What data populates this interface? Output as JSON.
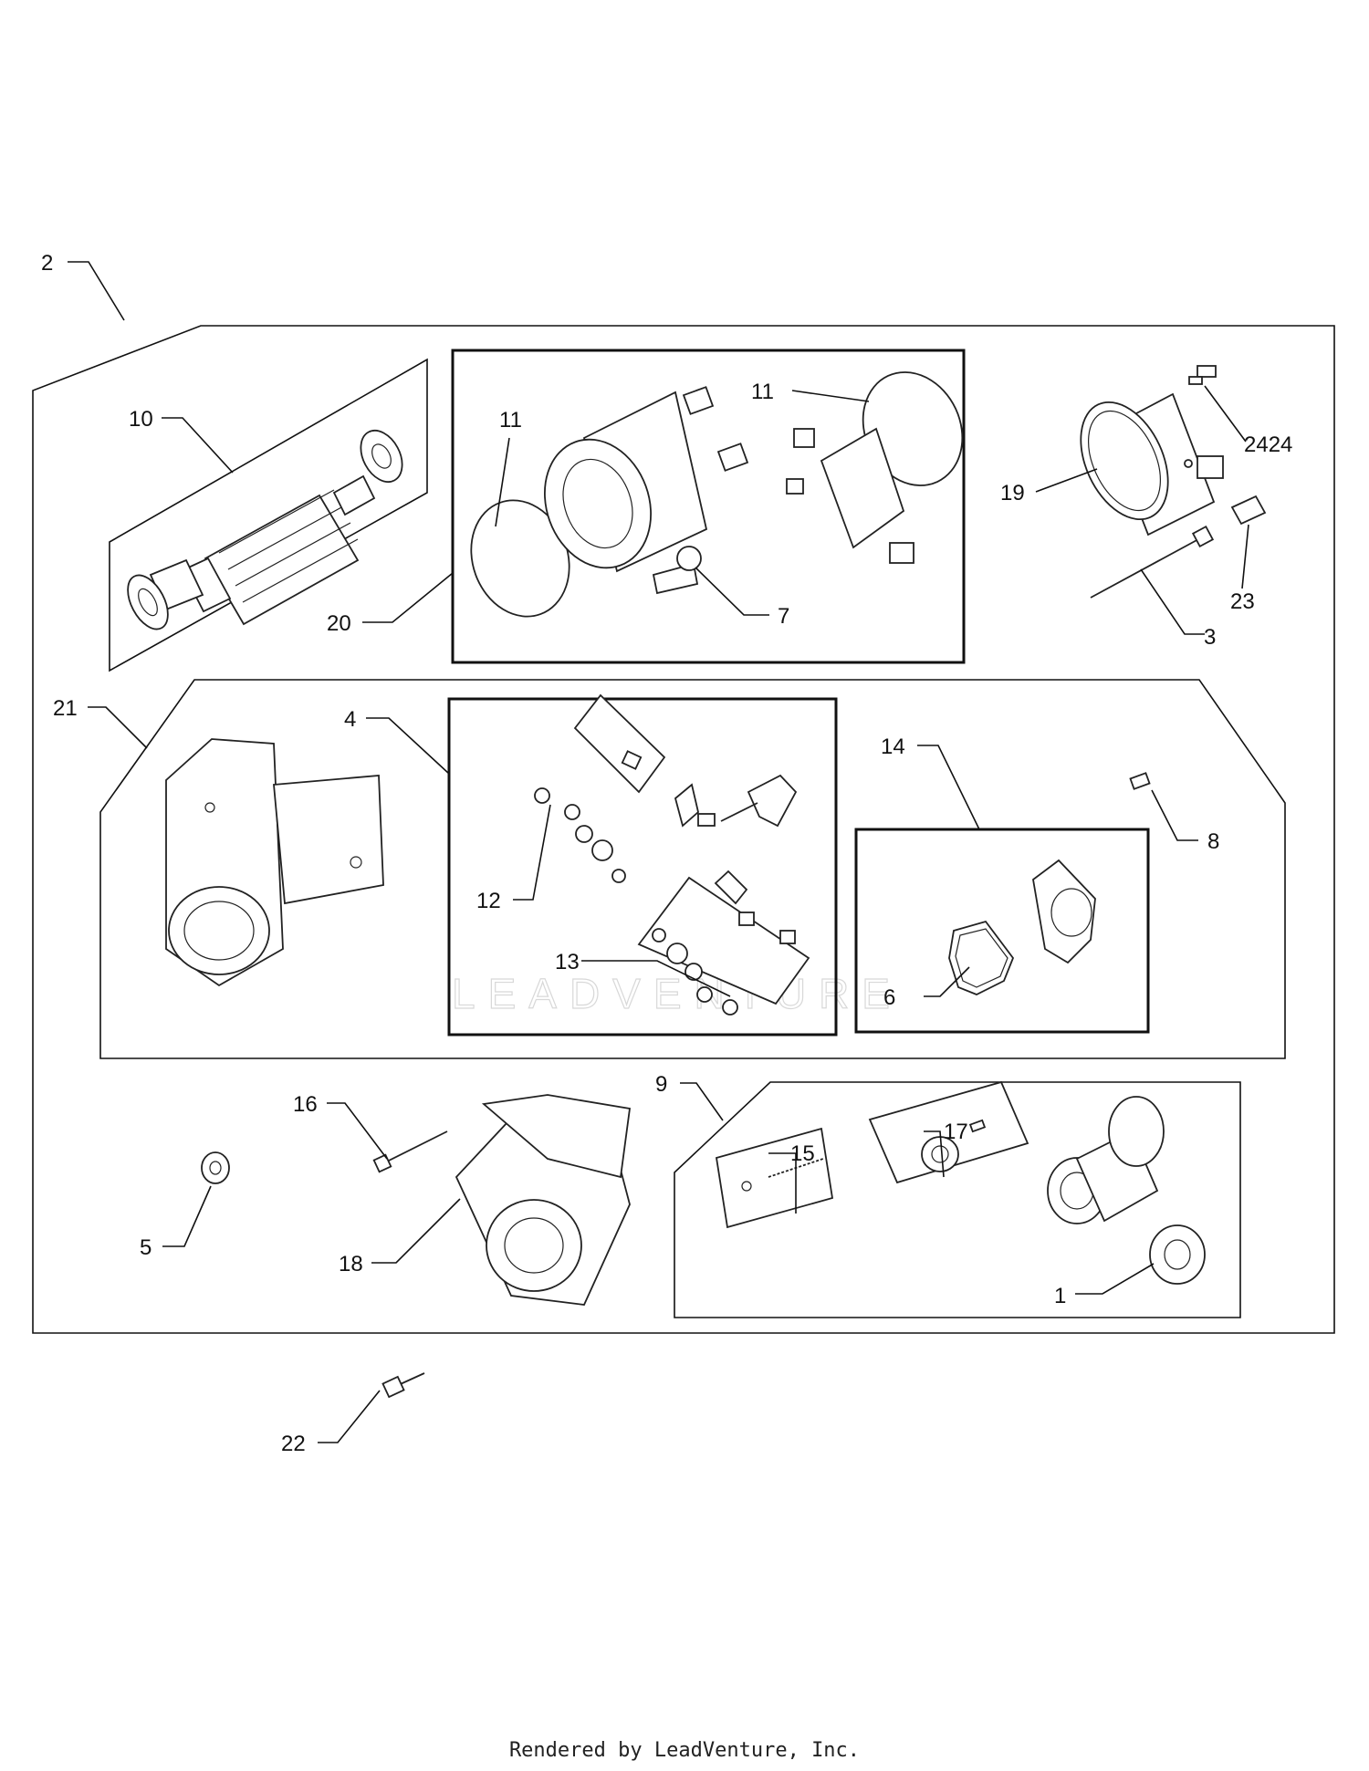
{
  "callouts": {
    "c1": "1",
    "c2": "2",
    "c3": "3",
    "c4": "4",
    "c5": "5",
    "c6": "6",
    "c7": "7",
    "c8": "8",
    "c9": "9",
    "c10": "10",
    "c11a": "11",
    "c11b": "11",
    "c12": "12",
    "c13": "13",
    "c14": "14",
    "c15": "15",
    "c16": "16",
    "c17": "17",
    "c18": "18",
    "c19": "19",
    "c20": "20",
    "c21": "21",
    "c22": "22",
    "c23": "23",
    "c24": "2424"
  },
  "watermark": "LEADVENTURE",
  "footer": "Rendered by LeadVenture, Inc."
}
